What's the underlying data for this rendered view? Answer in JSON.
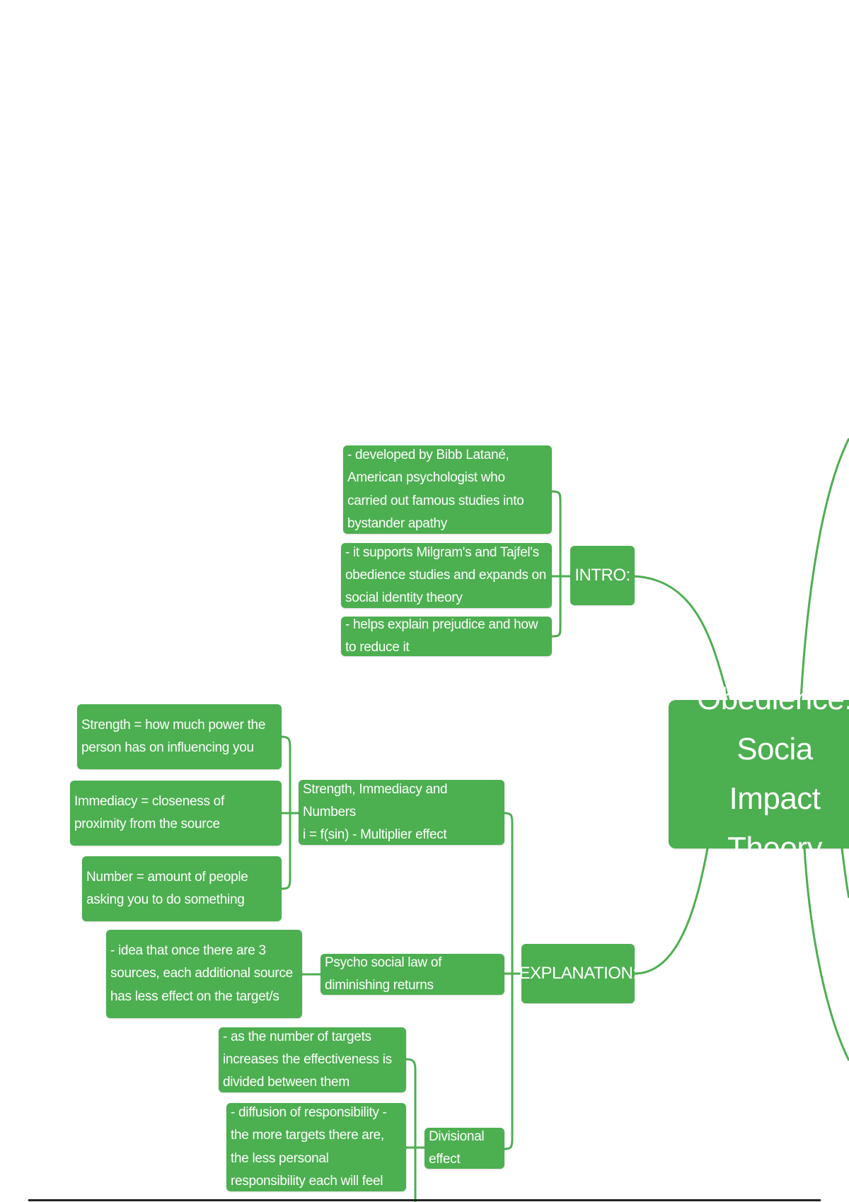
{
  "mindmap": {
    "center": {
      "line1": "Obedience: Socia",
      "line2": "Impact Theory"
    },
    "intro": {
      "label": "INTRO:",
      "items": [
        "- developed by Bibb Latané, American psychologist who carried out famous studies into bystander apathy",
        "- it supports Milgram's and Tajfel's obedience studies and expands on social identity theory",
        "- helps explain prejudice and how to reduce it"
      ]
    },
    "explanation": {
      "label": "EXPLANATION:",
      "sin": {
        "line1": "Strength, Immediacy and Numbers",
        "line2": "i = f(sin) - Multiplier effect",
        "items": [
          "Strength = how much power the person has on influencing you",
          "Immediacy = closeness of proximity from the source",
          "Number = amount of people asking you to do something"
        ]
      },
      "diminishing": {
        "label": "Psycho social law of diminishing returns",
        "items": [
          "- idea that once there are 3 sources, each additional source has less effect on the target/s"
        ]
      },
      "divisional": {
        "label": "Divisional effect",
        "items": [
          "- as the number of targets increases the effectiveness is divided between them",
          "- diffusion of responsibility - the more targets there are, the less personal responsibility each will feel"
        ]
      }
    }
  },
  "colors": {
    "node": "#4caf50",
    "line": "#4caf50",
    "text": "#ffffff"
  }
}
